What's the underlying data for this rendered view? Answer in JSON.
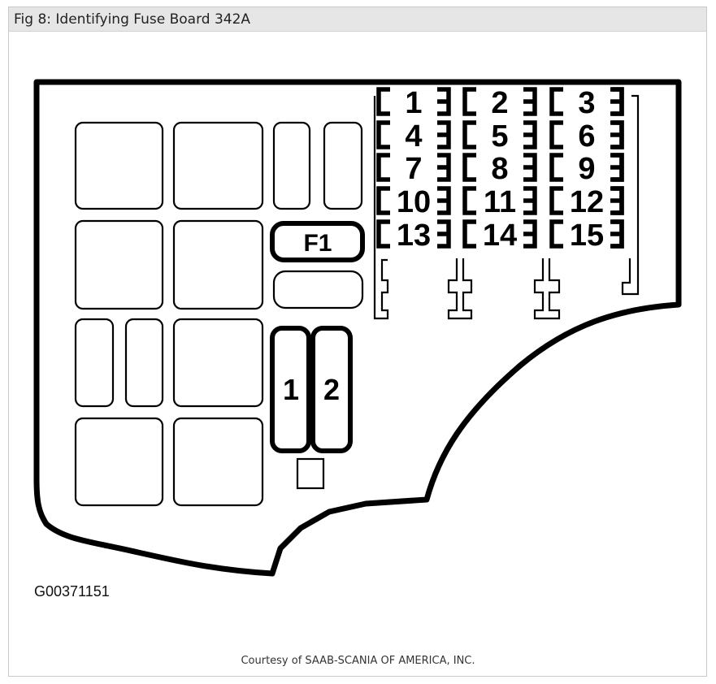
{
  "title": "Fig 8: Identifying Fuse Board 342A",
  "diagram": {
    "fuses": [
      "1",
      "2",
      "3",
      "4",
      "5",
      "6",
      "7",
      "8",
      "9",
      "10",
      "11",
      "12",
      "13",
      "14",
      "15"
    ],
    "f1_label": "F1",
    "maxi_fuse_labels": [
      "1",
      "2"
    ],
    "image_code": "G00371151"
  },
  "courtesy": "Courtesy of SAAB-SCANIA OF AMERICA, INC."
}
